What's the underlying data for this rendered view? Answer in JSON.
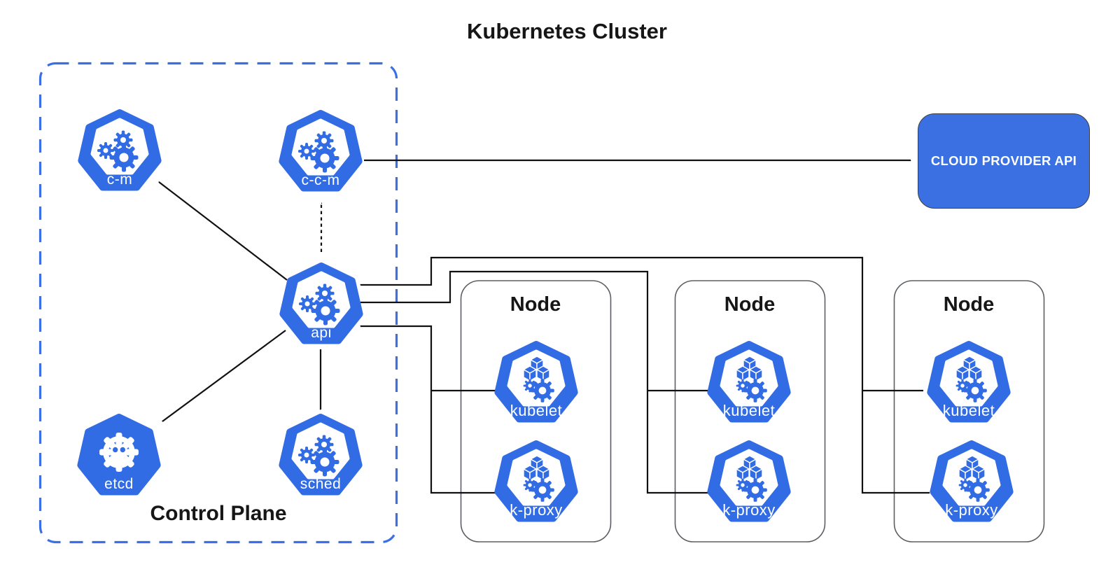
{
  "title": "Kubernetes Cluster",
  "colors": {
    "kubernetes_blue": "#326CE5",
    "control_plane_dash_blue": "#3A6FE6",
    "cloud_box_blue": "#3A70E2",
    "node_border_gray": "#5B5F63",
    "connector_black": "#111111"
  },
  "control_plane": {
    "label": "Control Plane",
    "components": [
      {
        "id": "c-m",
        "label": "c-m",
        "glyph": "gears"
      },
      {
        "id": "c-c-m",
        "label": "c-c-m",
        "glyph": "gears"
      },
      {
        "id": "api",
        "label": "api",
        "glyph": "gears"
      },
      {
        "id": "etcd",
        "label": "etcd",
        "glyph": "etcd"
      },
      {
        "id": "sched",
        "label": "sched",
        "glyph": "gears"
      }
    ]
  },
  "cloud_provider": {
    "label": "CLOUD PROVIDER API"
  },
  "nodes": [
    {
      "title": "Node",
      "components": [
        {
          "id": "kubelet",
          "label": "kubelet"
        },
        {
          "id": "k-proxy",
          "label": "k-proxy"
        }
      ]
    },
    {
      "title": "Node",
      "components": [
        {
          "id": "kubelet",
          "label": "kubelet"
        },
        {
          "id": "k-proxy",
          "label": "k-proxy"
        }
      ]
    },
    {
      "title": "Node",
      "components": [
        {
          "id": "kubelet",
          "label": "kubelet"
        },
        {
          "id": "k-proxy",
          "label": "k-proxy"
        }
      ]
    }
  ]
}
